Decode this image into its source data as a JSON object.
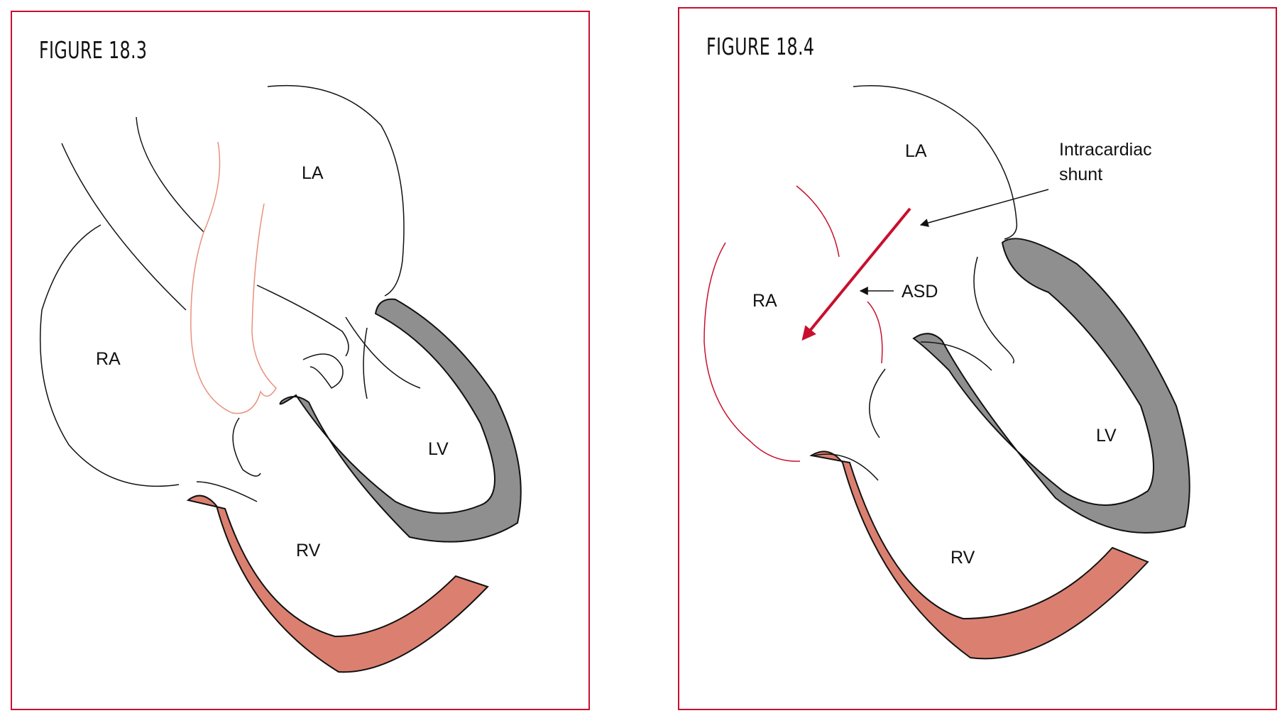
{
  "colors": {
    "frame": "#c8102e",
    "rv_wall": "#db8070",
    "lv_wall": "#8f8f8f",
    "shunt_arrow": "#c8102e",
    "outline": "#111111"
  },
  "figure_left": {
    "title": "FIGURE 18.3",
    "labels": {
      "la": "LA",
      "ra": "RA",
      "lv": "LV",
      "rv": "RV"
    }
  },
  "figure_right": {
    "title": "FIGURE 18.4",
    "labels": {
      "la": "LA",
      "ra": "RA",
      "lv": "LV",
      "rv": "RV"
    },
    "annotations": {
      "shunt_line1": "Intracardiac",
      "shunt_line2": "shunt",
      "asd": "ASD"
    }
  }
}
